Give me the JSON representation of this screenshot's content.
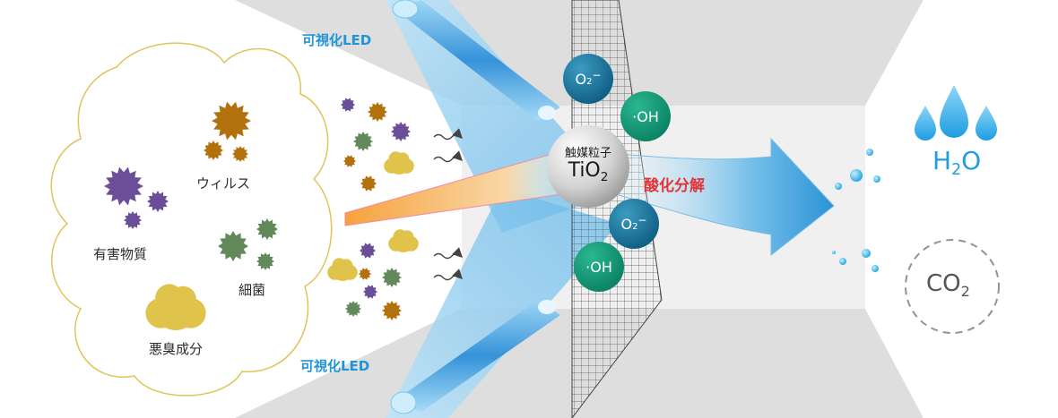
{
  "led_top": "可視化LED",
  "led_bottom": "可視化LED",
  "pollutants": {
    "virus": "ウィルス",
    "harmful": "有害物質",
    "bacteria": "細菌",
    "odor": "悪臭成分"
  },
  "catalyst": {
    "title": "触媒粒子",
    "formula_main": "TiO",
    "formula_sub": "2"
  },
  "radicals": {
    "superoxide_main": "O",
    "superoxide_sub": "2",
    "superoxide_charge": "−",
    "hydroxyl": "·OH"
  },
  "process": "酸化分解",
  "products": {
    "water_h": "H",
    "water_sub": "2",
    "water_o": "O",
    "co2_main": "CO",
    "co2_sub": "2"
  },
  "colors": {
    "led_blue": "#1f95d8",
    "teal_radical": "#176e93",
    "green_radical": "#0f9677",
    "process_red": "#e23339",
    "virus_brown": "#b2710d",
    "harmful_purple": "#6a4e98",
    "bacteria_green": "#63895a",
    "odor_yellow": "#e0c34a"
  }
}
